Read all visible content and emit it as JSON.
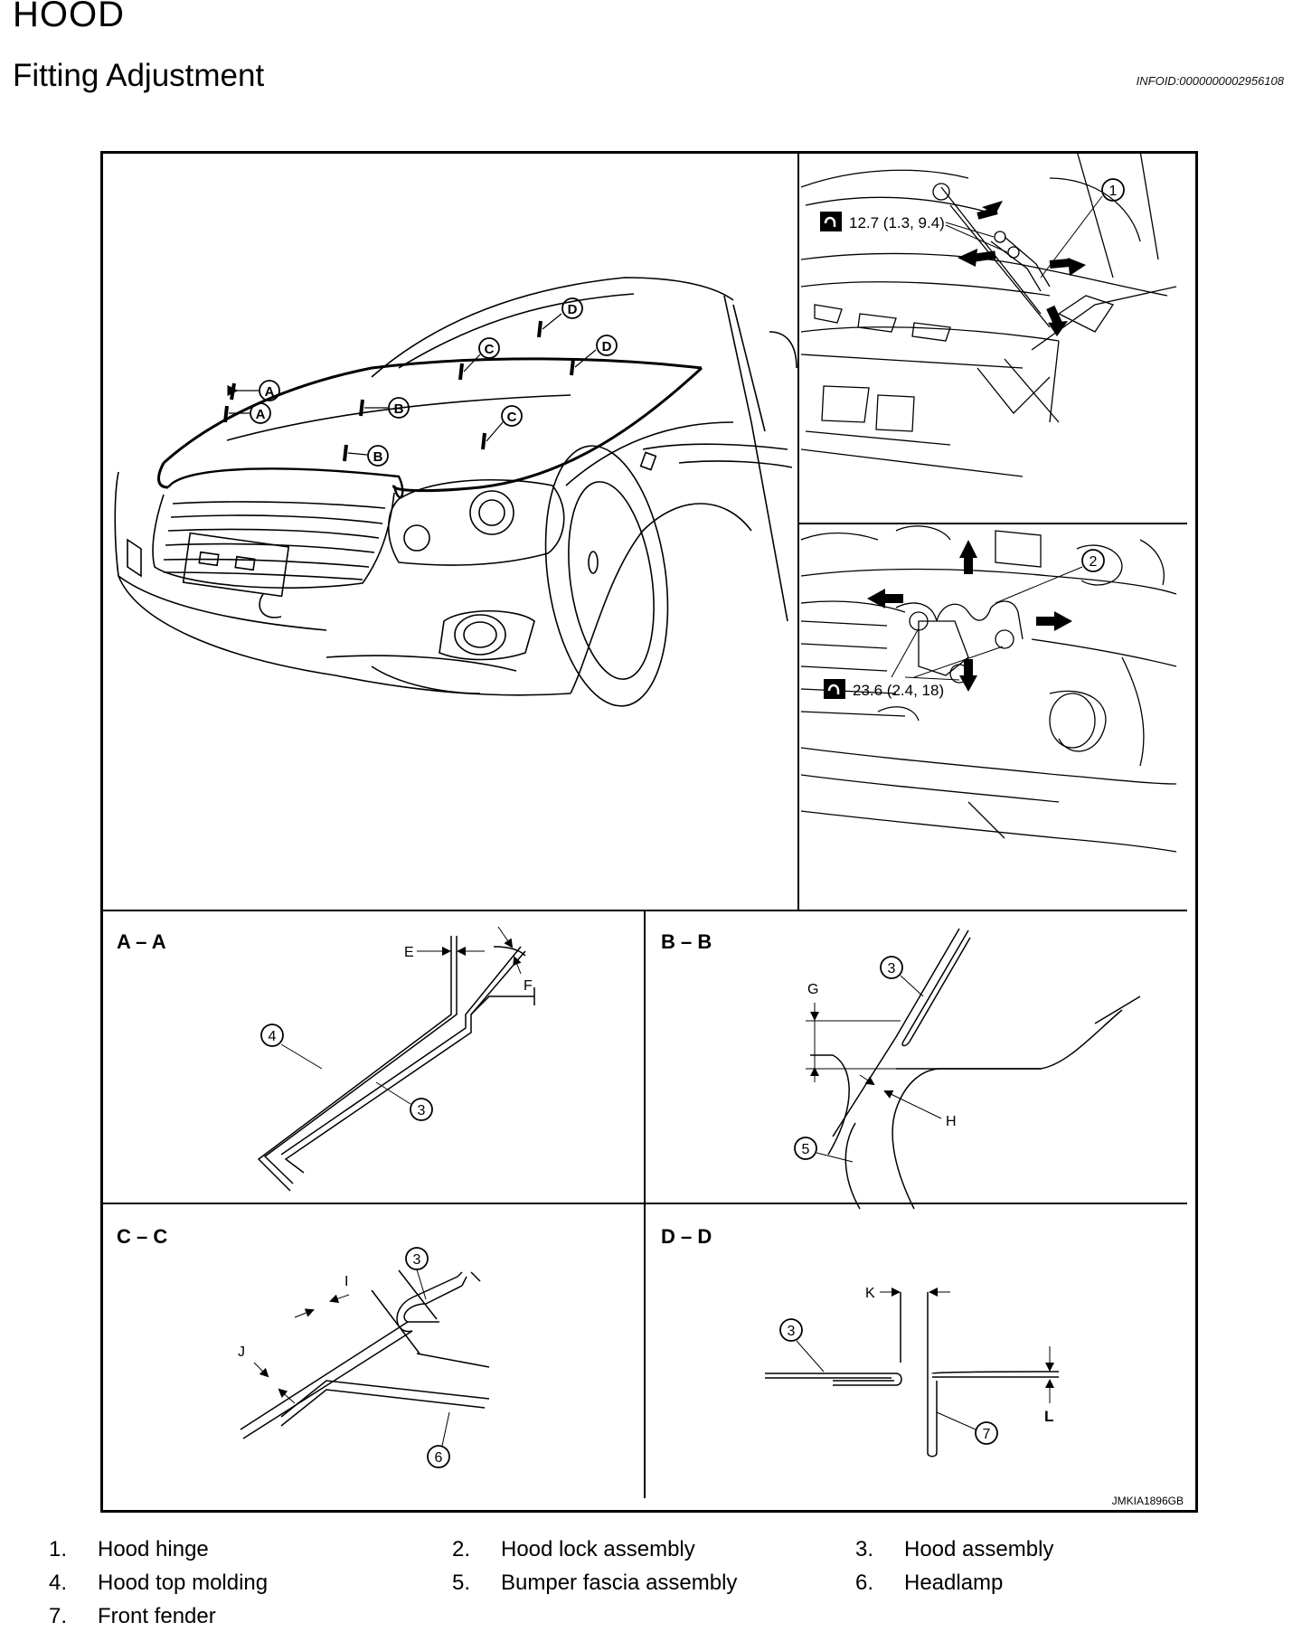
{
  "header": {
    "section_title": "HOOD",
    "page_title": "Fitting Adjustment",
    "info_id": "INFOID:0000000002956108"
  },
  "figure": {
    "figure_id": "JMKIA1896GB",
    "torque_hinge": "12.7 (1.3, 9.4)",
    "torque_lock": "23.6 (2.4, 18)",
    "section_titles": {
      "a": "A – A",
      "b": "B – B",
      "c": "C – C",
      "d": "D – D"
    },
    "callout_letters": [
      "A",
      "B",
      "C",
      "D"
    ],
    "dimension_letters": [
      "E",
      "F",
      "G",
      "H",
      "I",
      "J",
      "K",
      "L"
    ],
    "part_numbers": [
      "1",
      "2",
      "3",
      "4",
      "5",
      "6",
      "7"
    ]
  },
  "legend": {
    "items": [
      {
        "num": "1.",
        "label": "Hood hinge"
      },
      {
        "num": "2.",
        "label": "Hood lock assembly"
      },
      {
        "num": "3.",
        "label": "Hood assembly"
      },
      {
        "num": "4.",
        "label": "Hood top molding"
      },
      {
        "num": "5.",
        "label": "Bumper fascia assembly"
      },
      {
        "num": "6.",
        "label": "Headlamp"
      },
      {
        "num": "7.",
        "label": "Front fender"
      }
    ]
  }
}
